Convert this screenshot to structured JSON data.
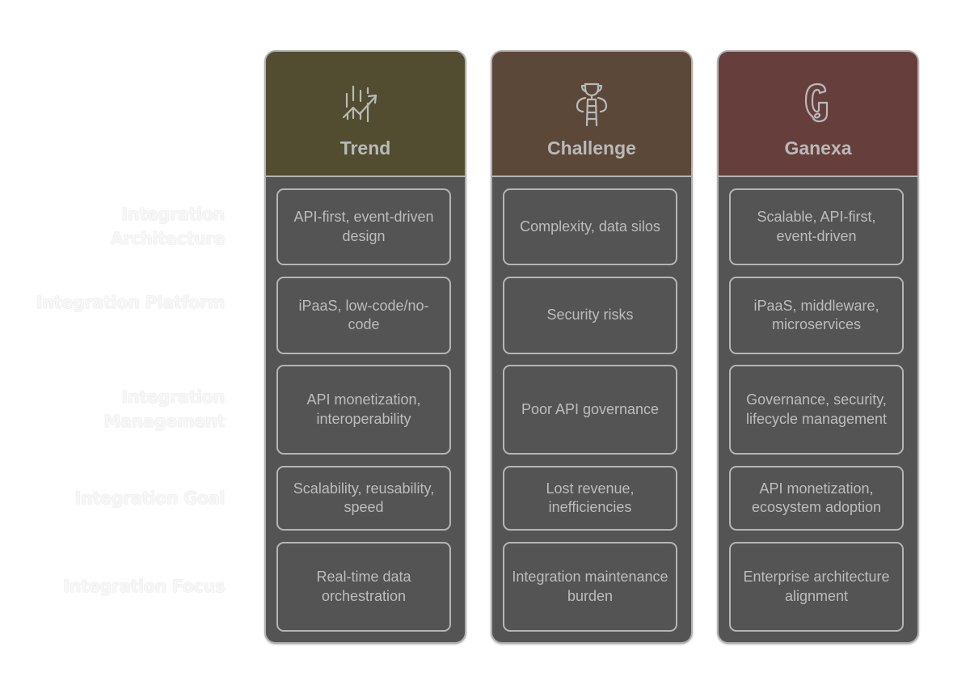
{
  "row_labels": [
    "Integration Architecture",
    "Integration Platform",
    "Integration Management",
    "Integration Goal",
    "Integration Focus"
  ],
  "columns": [
    {
      "title": "Trend",
      "icon": "trend-chart-icon",
      "header_color": "#524d30",
      "cells": [
        "API-first, event-driven design",
        "iPaaS, low-code/no-code",
        "API monetization, interoperability",
        "Scalability, reusability, speed",
        "Real-time data orchestration"
      ]
    },
    {
      "title": "Challenge",
      "icon": "trophy-ladder-icon",
      "header_color": "#5b4839",
      "cells": [
        "Complexity, data silos",
        "Security risks",
        "Poor API governance",
        "Lost revenue, inefficiencies",
        "Integration maintenance burden"
      ]
    },
    {
      "title": "Ganexa",
      "icon": "ganexa-g-logo-icon",
      "header_color": "#663f3d",
      "cells": [
        "Scalable, API-first, event-driven",
        "iPaaS, middleware, microservices",
        "Governance, security, lifecycle management",
        "API monetization, ecosystem adoption",
        "Enterprise architecture alignment"
      ]
    }
  ]
}
